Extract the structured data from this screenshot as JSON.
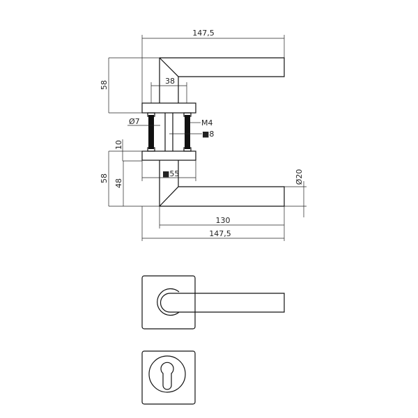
{
  "dimensions": {
    "top_width": "147,5",
    "upper_height": "58",
    "rose_spacing": "38",
    "screw_diameter": "Ø7",
    "thread": "M4",
    "spindle": "■8",
    "rose_thickness": "10",
    "lower_height": "58",
    "lever_height": "48",
    "rose_size": "■55",
    "lever_diameter": "Ø20",
    "lever_length": "130",
    "bottom_width": "147,5"
  },
  "colors": {
    "line": "#111111",
    "background": "#ffffff"
  }
}
